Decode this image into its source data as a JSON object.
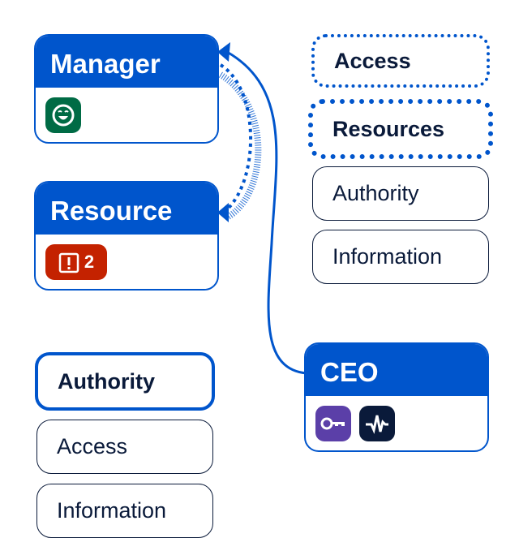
{
  "nodes": {
    "manager": {
      "title": "Manager",
      "icons": [
        "smile-icon"
      ],
      "color": "#006b45"
    },
    "resource": {
      "title": "Resource",
      "badge_count": "2",
      "color": "#c42200"
    },
    "ceo": {
      "title": "CEO",
      "icons": [
        "key-icon",
        "activity-icon"
      ]
    }
  },
  "right_list": [
    "Access",
    "Resources",
    "Authority",
    "Information"
  ],
  "left_list": [
    "Authority",
    "Access",
    "Information"
  ],
  "colors": {
    "primary": "#0055cc",
    "text": "#0a1a3a"
  }
}
